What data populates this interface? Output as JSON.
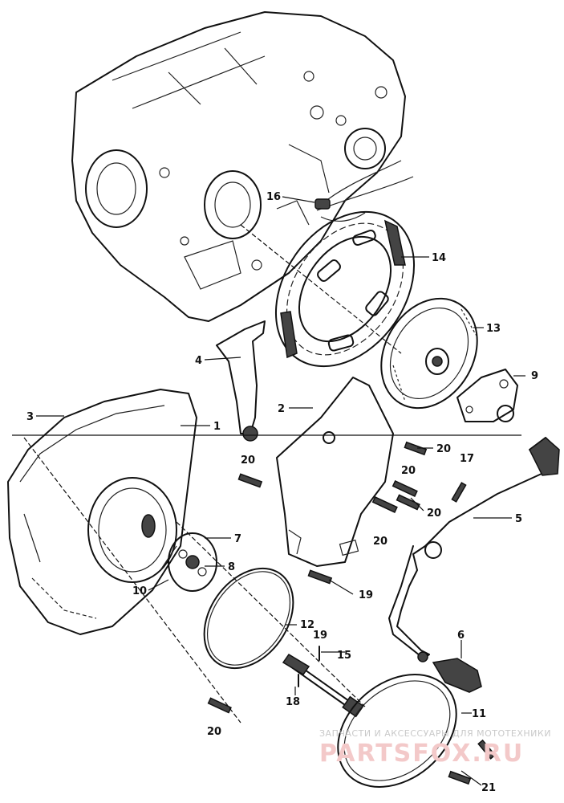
{
  "labels": {
    "l1": "1",
    "l2": "2",
    "l3": "3",
    "l4": "4",
    "l5": "5",
    "l6": "6",
    "l7": "7",
    "l8": "8",
    "l9": "9",
    "l10": "10",
    "l11": "11",
    "l12": "12",
    "l13": "13",
    "l14": "14",
    "l15": "15",
    "l16": "16",
    "l17": "17",
    "l18": "18",
    "l19a": "19",
    "l19b": "19",
    "l20a": "20",
    "l20b": "20",
    "l20c": "20",
    "l20d": "20",
    "l20e": "20",
    "l20f": "20",
    "l21": "21"
  },
  "watermark": {
    "top": "ЗАПЧАСТИ И АКСЕССУАРЫ ДЛЯ МОТОТЕХНИКИ",
    "site": "PARTSFOX.RU"
  }
}
